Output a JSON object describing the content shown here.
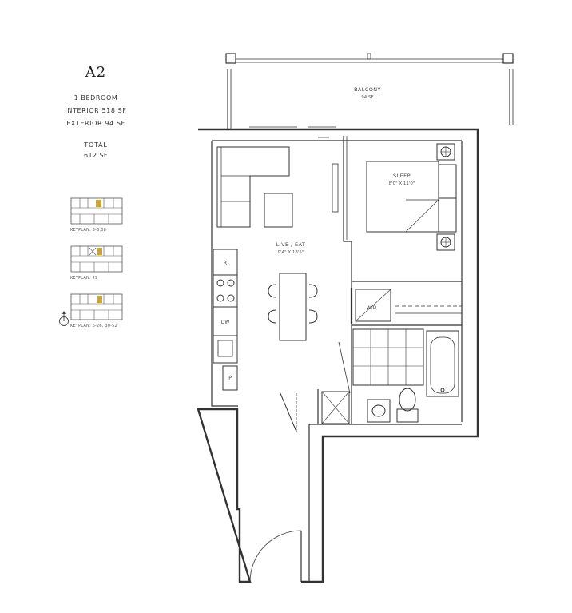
{
  "unit": {
    "name": "A2",
    "bedrooms": "1 BEDROOM",
    "interior": "INTERIOR 518 SF",
    "exterior": "EXTERIOR 94 SF",
    "total_label": "TOTAL",
    "total_value": "612 SF"
  },
  "keyplans": [
    {
      "label": "KEYPLAN: 3-3.08"
    },
    {
      "label": "KEYPLAN: 29"
    },
    {
      "label": "KEYPLAN: 6-26, 30-52"
    }
  ],
  "rooms": {
    "balcony": {
      "name": "BALCONY",
      "area": "94 SF"
    },
    "sleep": {
      "name": "SLEEP",
      "dims": "8'0\" X 11'0\""
    },
    "live_eat": {
      "name": "LIVE / EAT",
      "dims": "9'4\" X 18'5\""
    }
  },
  "appliances": {
    "fridge": "R",
    "dishwasher": "DW",
    "washer_dryer": "W/D",
    "pantry": "P"
  },
  "colors": {
    "line": "#333333",
    "accent": "#c8a24a"
  }
}
